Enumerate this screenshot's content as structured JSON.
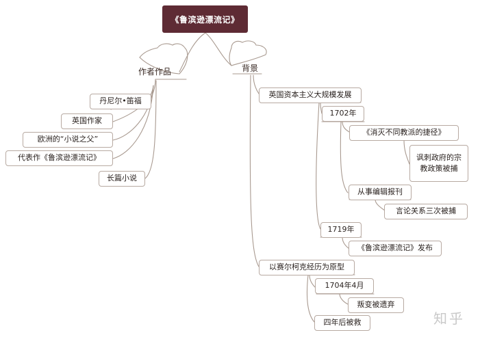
{
  "root": {
    "title": "《鲁滨逊漂流记》"
  },
  "branches": {
    "author": {
      "label": "作者作品",
      "items": [
        "丹尼尔•笛福",
        "英国作家",
        "欧洲的“小说之父”",
        "代表作《鲁滨逊漂流记》",
        "长篇小说"
      ]
    },
    "background": {
      "label": "背景",
      "nodes": {
        "capitalism": "英国资本主义大规模发展",
        "y1702": "1702年",
        "pamphlet": "《消灭不同教派的捷径》",
        "satire": "讽刺政府的宗教政策被捕",
        "editing": "从事编辑报刊",
        "arrests": "言论关系三次被捕",
        "y1719": "1719年",
        "published": "《鲁滨逊漂流记》发布",
        "selkirk": "以赛尔柯克经历为原型",
        "y1704": "1704年4月",
        "mutiny": "叛变被遗弃",
        "rescued": "四年后被救"
      }
    }
  },
  "watermark": "知乎",
  "colors": {
    "root_fill": "#5e2b34",
    "line": "#a8998f",
    "node_border": "#b7a9a1"
  }
}
